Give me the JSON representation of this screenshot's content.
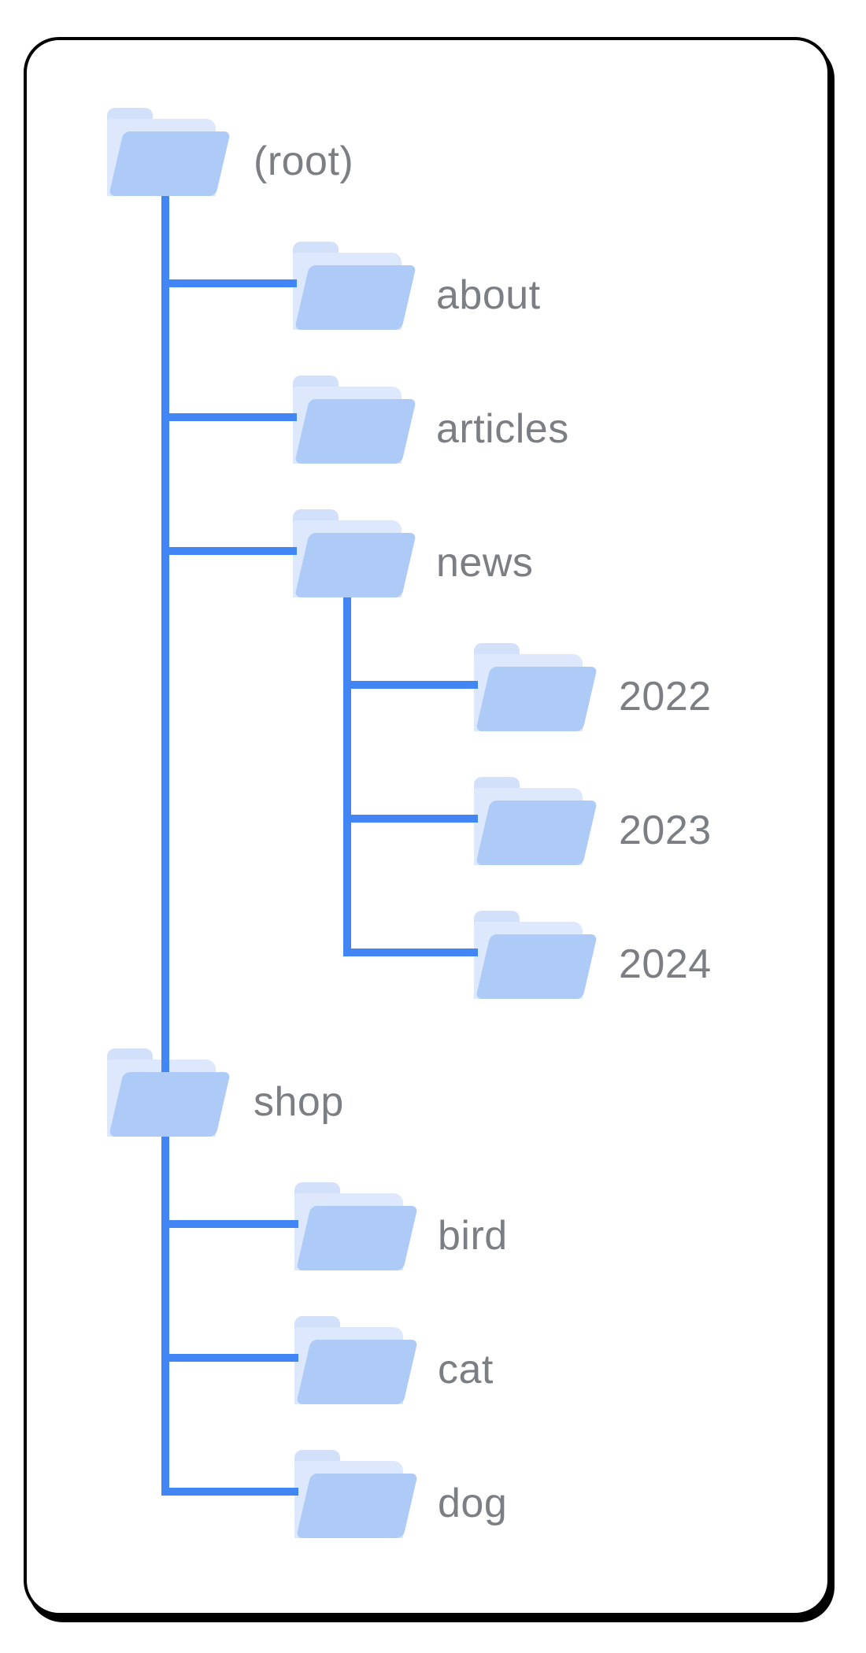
{
  "diagram": {
    "type": "folder-tree",
    "nodes": {
      "root": {
        "label": "(root)"
      },
      "about": {
        "label": "about"
      },
      "articles": {
        "label": "articles"
      },
      "news": {
        "label": "news"
      },
      "y2022": {
        "label": "2022"
      },
      "y2023": {
        "label": "2023"
      },
      "y2024": {
        "label": "2024"
      },
      "shop": {
        "label": "shop"
      },
      "bird": {
        "label": "bird"
      },
      "cat": {
        "label": "cat"
      },
      "dog": {
        "label": "dog"
      }
    },
    "hierarchy": {
      "label": "(root)",
      "children": [
        {
          "label": "about"
        },
        {
          "label": "articles"
        },
        {
          "label": "news",
          "children": [
            {
              "label": "2022"
            },
            {
              "label": "2023"
            },
            {
              "label": "2024"
            }
          ]
        },
        {
          "label": "shop",
          "children": [
            {
              "label": "bird"
            },
            {
              "label": "cat"
            },
            {
              "label": "dog"
            }
          ]
        }
      ]
    },
    "colors": {
      "connector_blue": "#4285F4",
      "folder_front": "#AECBF8",
      "folder_back_sheet": "#DDE8FC",
      "folder_tab": "#D2E0FA",
      "label_gray": "#7B7E82",
      "card_border": "#000000",
      "background": "#FFFFFF"
    }
  }
}
